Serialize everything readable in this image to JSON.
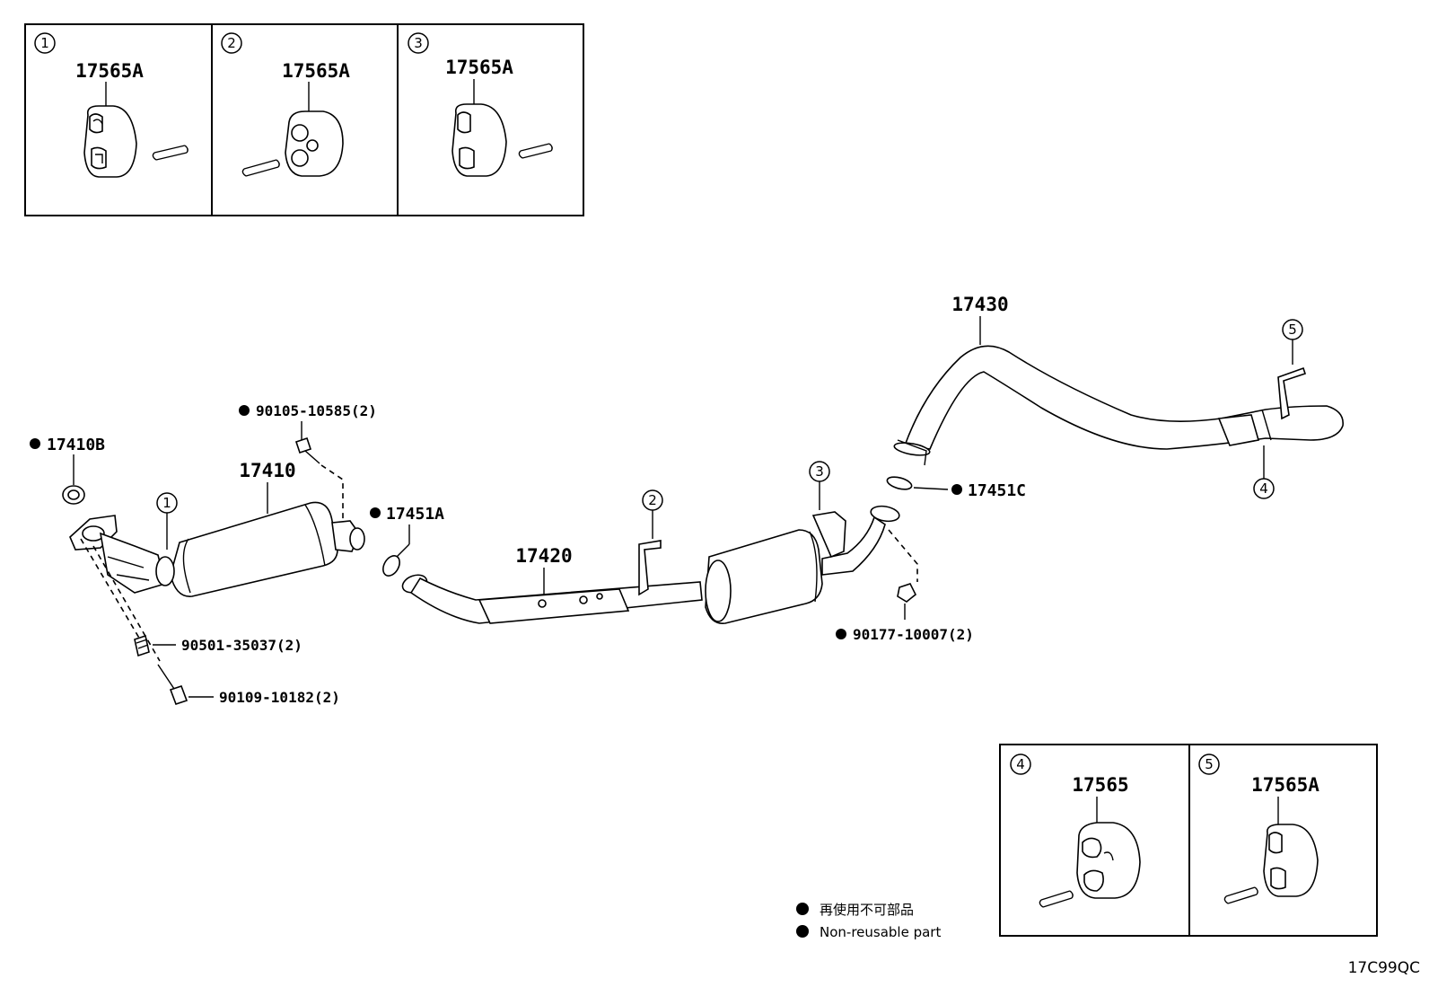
{
  "insets_top": [
    {
      "num": "1",
      "part": "17565A"
    },
    {
      "num": "2",
      "part": "17565A"
    },
    {
      "num": "3",
      "part": "17565A"
    }
  ],
  "insets_bottom": [
    {
      "num": "4",
      "part": "17565"
    },
    {
      "num": "5",
      "part": "17565A"
    }
  ],
  "callouts": {
    "c1": "1",
    "c2": "2",
    "c3": "3",
    "c4": "4",
    "c5": "5"
  },
  "parts": {
    "p17410": "17410",
    "p17410B": "17410B",
    "p17451A": "17451A",
    "p17420": "17420",
    "p17430": "17430",
    "p17451C": "17451C",
    "p90105": "90105-10585(2)",
    "p90501": "90501-35037(2)",
    "p90109": "90109-10182(2)",
    "p90177": "90177-10007(2)"
  },
  "legend": {
    "jp": "再使用不可部品",
    "en": "Non-reusable part"
  },
  "diagram_code": "17C99QC"
}
